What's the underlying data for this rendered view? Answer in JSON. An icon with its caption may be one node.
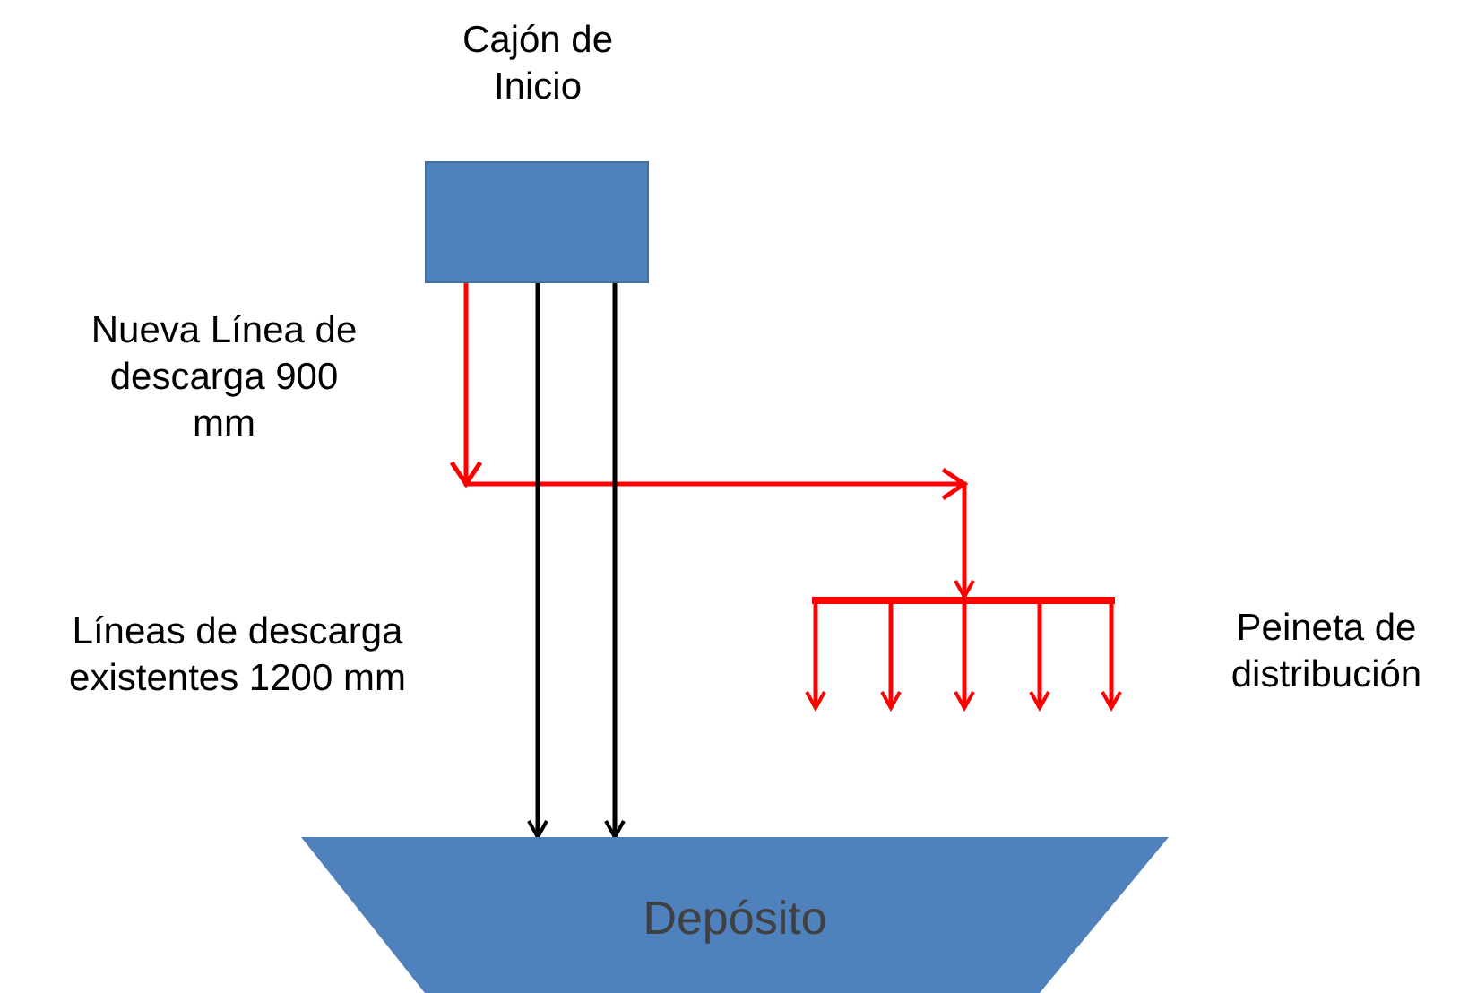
{
  "diagram": {
    "nodes": [
      {
        "text": [
          "Cajón de Inicio"
        ]
      },
      {
        "text": [
          "Depósito"
        ]
      },
      {
        "text": [],
        "shape": "bar",
        "beside": [
          "Peineta de distribución"
        ]
      }
    ],
    "edges": [
      {
        "from": 0,
        "to": 2,
        "arrow": "to",
        "label": "Nueva Línea de descarga 900 mm"
      },
      {
        "from": 0,
        "to": 1,
        "arrow": "to",
        "color": "#000000"
      },
      {
        "from": 0,
        "to": 1,
        "arrow": "to",
        "color": "#000000"
      },
      {
        "from": 2,
        "to": null,
        "arrow": "to"
      },
      {
        "from": 2,
        "to": null,
        "arrow": "to"
      },
      {
        "from": 2,
        "to": null,
        "arrow": "to"
      },
      {
        "from": 2,
        "to": null,
        "arrow": "to"
      },
      {
        "from": 2,
        "to": null,
        "arrow": "to"
      }
    ],
    "labels": [
      "Líneas de descarga existentes 1200 mm"
    ]
  }
}
